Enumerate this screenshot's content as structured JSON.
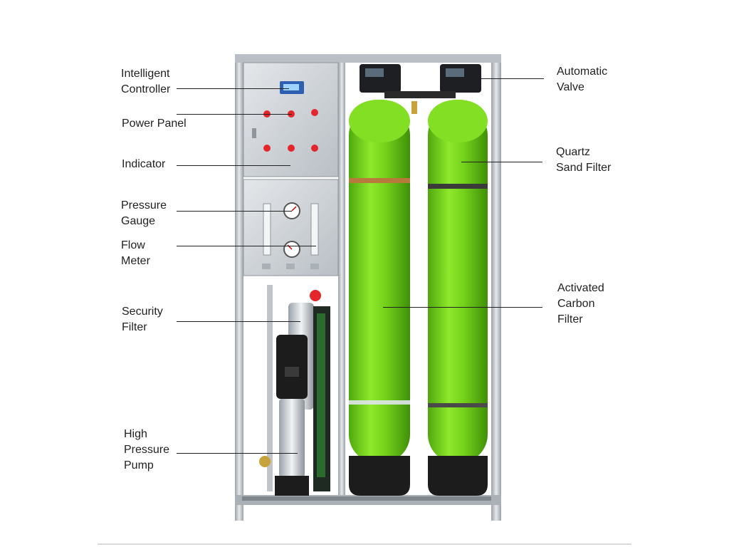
{
  "labels": {
    "intelligent_controller": [
      "Intelligent",
      "Controller"
    ],
    "power_panel": [
      "Power Panel"
    ],
    "indicator": [
      "Indicator"
    ],
    "pressure_gauge": [
      "Pressure",
      "Gauge"
    ],
    "flow_meter": [
      "Flow",
      "Meter"
    ],
    "security_filter": [
      "Security",
      "Filter"
    ],
    "high_pressure_pump": [
      "High",
      "Pressure",
      "Pump"
    ],
    "automatic_valve": [
      "Automatic",
      "Valve"
    ],
    "quartz_sand_filter": [
      "Quartz",
      "Sand Filter"
    ],
    "activated_carbon_filter": [
      "Activated",
      "Carbon",
      "Filter"
    ]
  },
  "colors": {
    "tank_green": "#7ddc1f",
    "tank_green_dark": "#56b010",
    "tank_base": "#1c1c1c",
    "steel": "#c9ced3",
    "steel_dark": "#8e959c",
    "button_red": "#e3262b",
    "controller_blue": "#2f5fb0"
  }
}
